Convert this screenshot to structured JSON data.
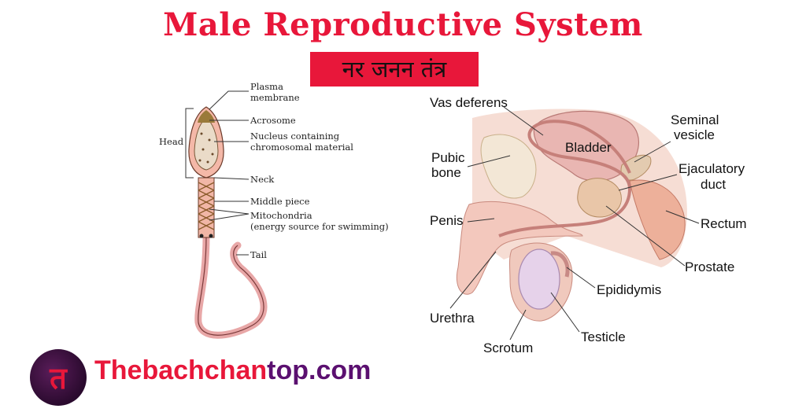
{
  "title": "Male Reproductive System",
  "subtitle": "नर जनन तंत्र",
  "sperm_labels": {
    "plasma_membrane_1": "Plasma",
    "plasma_membrane_2": "membrane",
    "acrosome": "Acrosome",
    "nucleus_1": "Nucleus containing",
    "nucleus_2": "chromosomal material",
    "head": "Head",
    "neck": "Neck",
    "middle_piece": "Middle piece",
    "mitochondria_1": "Mitochondria",
    "mitochondria_2": "(energy source for swimming)",
    "tail": "Tail"
  },
  "anatomy_labels": {
    "vas_deferens": "Vas deferens",
    "seminal_vesicle_1": "Seminal",
    "seminal_vesicle_2": "vesicle",
    "bladder": "Bladder",
    "pubic_bone_1": "Pubic",
    "pubic_bone_2": "bone",
    "ejaculatory_duct_1": "Ejaculatory",
    "ejaculatory_duct_2": "duct",
    "penis": "Penis",
    "rectum": "Rectum",
    "prostate": "Prostate",
    "epididymis": "Epididymis",
    "urethra": "Urethra",
    "testicle": "Testicle",
    "scrotum": "Scrotum"
  },
  "footer": {
    "logo_icon": "devanagari-ta-logo-icon",
    "logo_glyph": "त",
    "site_part1": "Thebachchan",
    "site_part2": "top.com"
  },
  "colors": {
    "title": "#e8173a",
    "site_part2": "#5b1070"
  }
}
